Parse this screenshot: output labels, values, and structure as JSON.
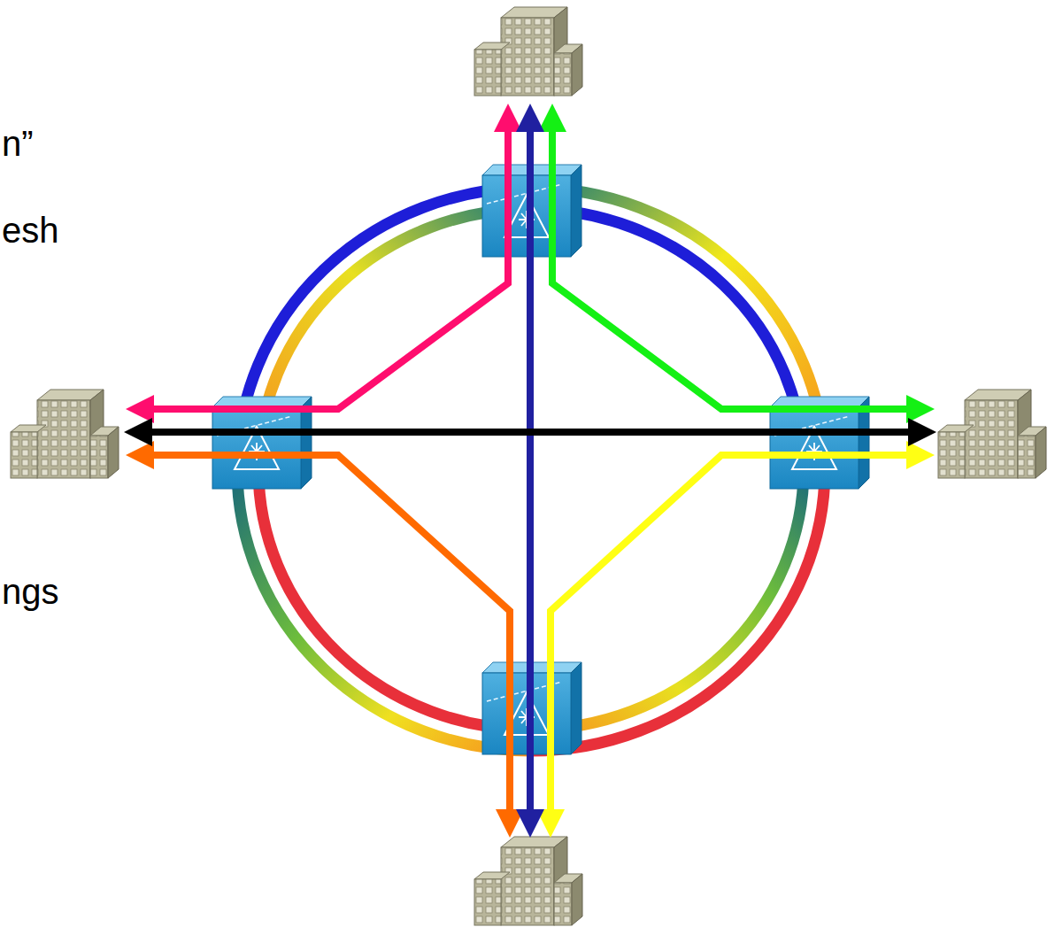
{
  "diagram": {
    "labels": [
      "n”",
      "esh",
      "ngs"
    ]
  }
}
